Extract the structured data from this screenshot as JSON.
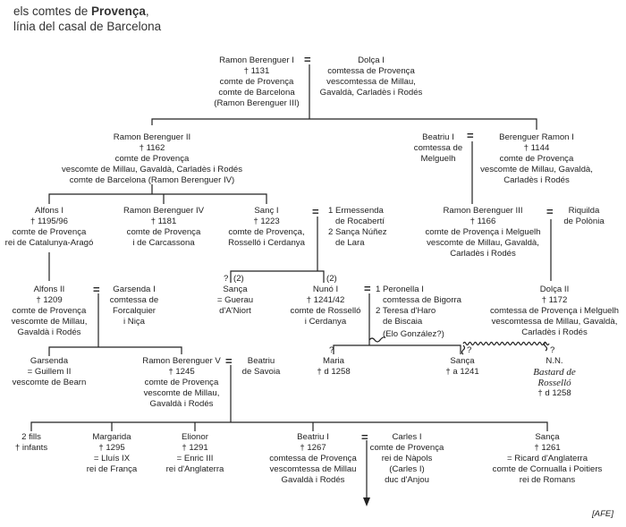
{
  "title": {
    "line1_prefix": "els comtes de ",
    "line1_bold": "Provença",
    "line1_suffix": ",",
    "line2": "línia del casal de Barcelona"
  },
  "nodes": {
    "rb1": [
      "Ramon Berenguer I",
      "† 1131",
      "comte de Provença",
      "comte de Barcelona",
      "(Ramon Berenguer III)"
    ],
    "dolca1": [
      "Dolça I",
      "comtessa de Provença",
      "vescomtessa de Millau,",
      "Gavaldà, Carladès i Rodés"
    ],
    "rb2": [
      "Ramon Berenguer II",
      "† 1162",
      "comte de Provença",
      "vescomte de Millau, Gavaldà, Carladès i Rodés",
      "comte de Barcelona (Ramon Berenguer IV)"
    ],
    "beatriu_melguelh": [
      "Beatriu I",
      "comtessa de",
      "Melguelh"
    ],
    "br1": [
      "Berenguer Ramon I",
      "† 1144",
      "comte de Provença",
      "vescomte de Millau, Gavaldà,",
      "Carladès i Rodés"
    ],
    "alfons1": [
      "Alfons I",
      "† 1195/96",
      "comte de Provença",
      "rei de Catalunya-Aragó"
    ],
    "rb4": [
      "Ramon Berenguer IV",
      "† 1181",
      "comte de Provença",
      "i de Carcassona"
    ],
    "sanc1": [
      "Sanç I",
      "† 1223",
      "comte de Provença,",
      "Rosselló i Cerdanya"
    ],
    "sanc1_wives": [
      "1 Ermessenda",
      "   de Rocabertí",
      "2 Sança Núñez",
      "   de Lara"
    ],
    "rb3": [
      "Ramon Berenguer III",
      "† 1166",
      "comte de Provença i Melguelh",
      "vescomte de Millau, Gavaldà,",
      "Carladès i Rodés"
    ],
    "riquilda": [
      "Riquilda",
      "de Polònia"
    ],
    "alfons2": [
      "Alfons II",
      "† 1209",
      "comte de Provença",
      "vescomte de Millau,",
      "Gavaldà i Rodés"
    ],
    "garsenda1": [
      "Garsenda I",
      "comtessa de",
      "Forcalquier",
      "i Niça"
    ],
    "sanca_niort": [
      "Sança",
      "= Guerau",
      "d'A'Niort"
    ],
    "nuno1": [
      "Nunó I",
      "† 1241/42",
      "comte de Rosselló",
      "i Cerdanya"
    ],
    "nuno_wives": [
      "1 Peronella I",
      "   comtessa de Bigorra",
      "2 Teresa d'Haro",
      "   de Biscaia"
    ],
    "elo": [
      "(Elo González?)"
    ],
    "dolca2": [
      "Dolça II",
      "† 1172",
      "comtessa de Provença i Melguelh",
      "vescomtessa de Millau, Gavaldà,",
      "Carladès i Rodés"
    ],
    "garsenda": [
      "Garsenda",
      "= Guillem II",
      "vescomte de Bearn"
    ],
    "rb5": [
      "Ramon Berenguer V",
      "† 1245",
      "comte de Provença",
      "vescomte de Millau,",
      "Gavaldà i Rodés"
    ],
    "beatriu_savoia": [
      "Beatriu",
      "de Savoia"
    ],
    "maria": [
      "Maria",
      "† d 1258"
    ],
    "sanca_1241": [
      "Sança",
      "† a 1241"
    ],
    "nn": [
      "N.N.",
      "Bastard de",
      "Rosselló",
      "† d 1258"
    ],
    "fills": [
      "2 fills",
      "† infants"
    ],
    "margarida": [
      "Margarida",
      "† 1295",
      "= Lluís IX",
      "rei de França"
    ],
    "elionor": [
      "Elionor",
      "† 1291",
      "= Enric III",
      "rei d'Anglaterra"
    ],
    "beatriu1": [
      "Beatriu I",
      "† 1267",
      "comtessa de Provença",
      "vescomtessa de Millau",
      "Gavaldà i Rodés"
    ],
    "carles1": [
      "Carles I",
      "comte de Provença",
      "rei de Nàpols",
      "(Carles I)",
      "duc d'Anjou"
    ],
    "sanca_1261": [
      "Sança",
      "† 1261",
      "= Ricard d'Anglaterra",
      "comte de Cornualla i Poitiers",
      "rei de Romans"
    ]
  },
  "marks": {
    "marriage": "=",
    "unknown": "?",
    "second_marriage": "(2)"
  },
  "credit": "[AFE]"
}
